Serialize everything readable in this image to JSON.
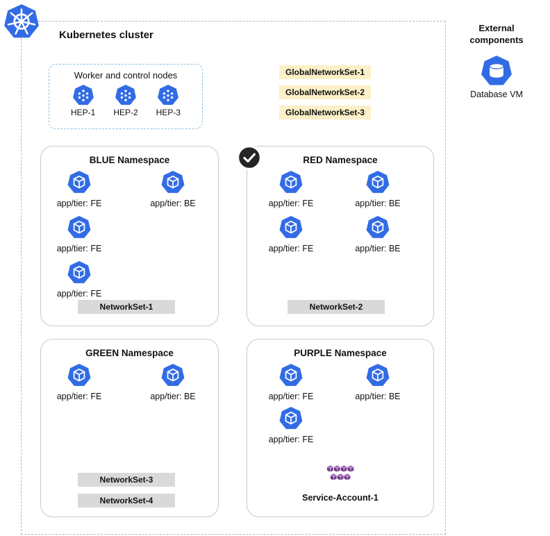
{
  "cluster": {
    "title": "Kubernetes cluster",
    "worker_box": {
      "title": "Worker and control nodes",
      "nodes": [
        "HEP-1",
        "HEP-2",
        "HEP-3"
      ]
    },
    "global_network_sets": [
      "GlobalNetworkSet-1",
      "GlobalNetworkSet-2",
      "GlobalNetworkSet-3"
    ],
    "namespaces": {
      "blue": {
        "title": "BLUE Namespace",
        "pods": [
          "app/tier: FE",
          "app/tier: BE",
          "app/tier: FE",
          "app/tier: FE"
        ],
        "network_sets": [
          "NetworkSet-1"
        ]
      },
      "red": {
        "title": "RED Namespace",
        "selected": true,
        "pods": [
          "app/tier: FE",
          "app/tier: BE",
          "app/tier: FE",
          "app/tier: BE"
        ],
        "network_sets": [
          "NetworkSet-2"
        ]
      },
      "green": {
        "title": "GREEN Namespace",
        "pods": [
          "app/tier: FE",
          "app/tier: BE"
        ],
        "network_sets": [
          "NetworkSet-3",
          "NetworkSet-4"
        ]
      },
      "purple": {
        "title": "PURPLE Namespace",
        "pods": [
          "app/tier: FE",
          "app/tier: BE",
          "app/tier: FE"
        ],
        "service_account": "Service-Account-1"
      }
    }
  },
  "external": {
    "title": "External components",
    "database_label": "Database VM"
  },
  "icons": {
    "kubernetes_logo": "heptagon-helm",
    "node": "heptagon-dots",
    "pod": "heptagon-cube",
    "database_vm": "heptagon-cylinder",
    "selected_badge": "check-circle",
    "service_account": "purple-cubes"
  },
  "colors": {
    "kubernetes_blue": "#326CE5",
    "global_set_bg": "#FCF0C8",
    "network_set_bg": "#D9D9D9",
    "service_account_purple": "#7D3C98",
    "check_badge_bg": "#252525"
  }
}
